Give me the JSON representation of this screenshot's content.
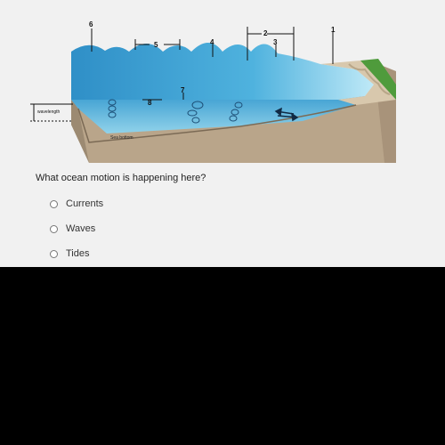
{
  "diagram": {
    "labels": [
      "6",
      "5",
      "4",
      "2",
      "3",
      "1",
      "8",
      "7"
    ],
    "wavelength_label": "wavelength",
    "sea_bottom_label": "Sea bottom"
  },
  "question": {
    "text": "What ocean motion is happening here?",
    "options": [
      {
        "label": "Currents"
      },
      {
        "label": "Waves"
      },
      {
        "label": "Tides"
      }
    ]
  },
  "colors": {
    "water_dark": "#2c7fb8",
    "water_light": "#7fd3ef",
    "sand": "#c9b9a0",
    "grass": "#4f9b3c",
    "page": "#f1f1f1"
  }
}
